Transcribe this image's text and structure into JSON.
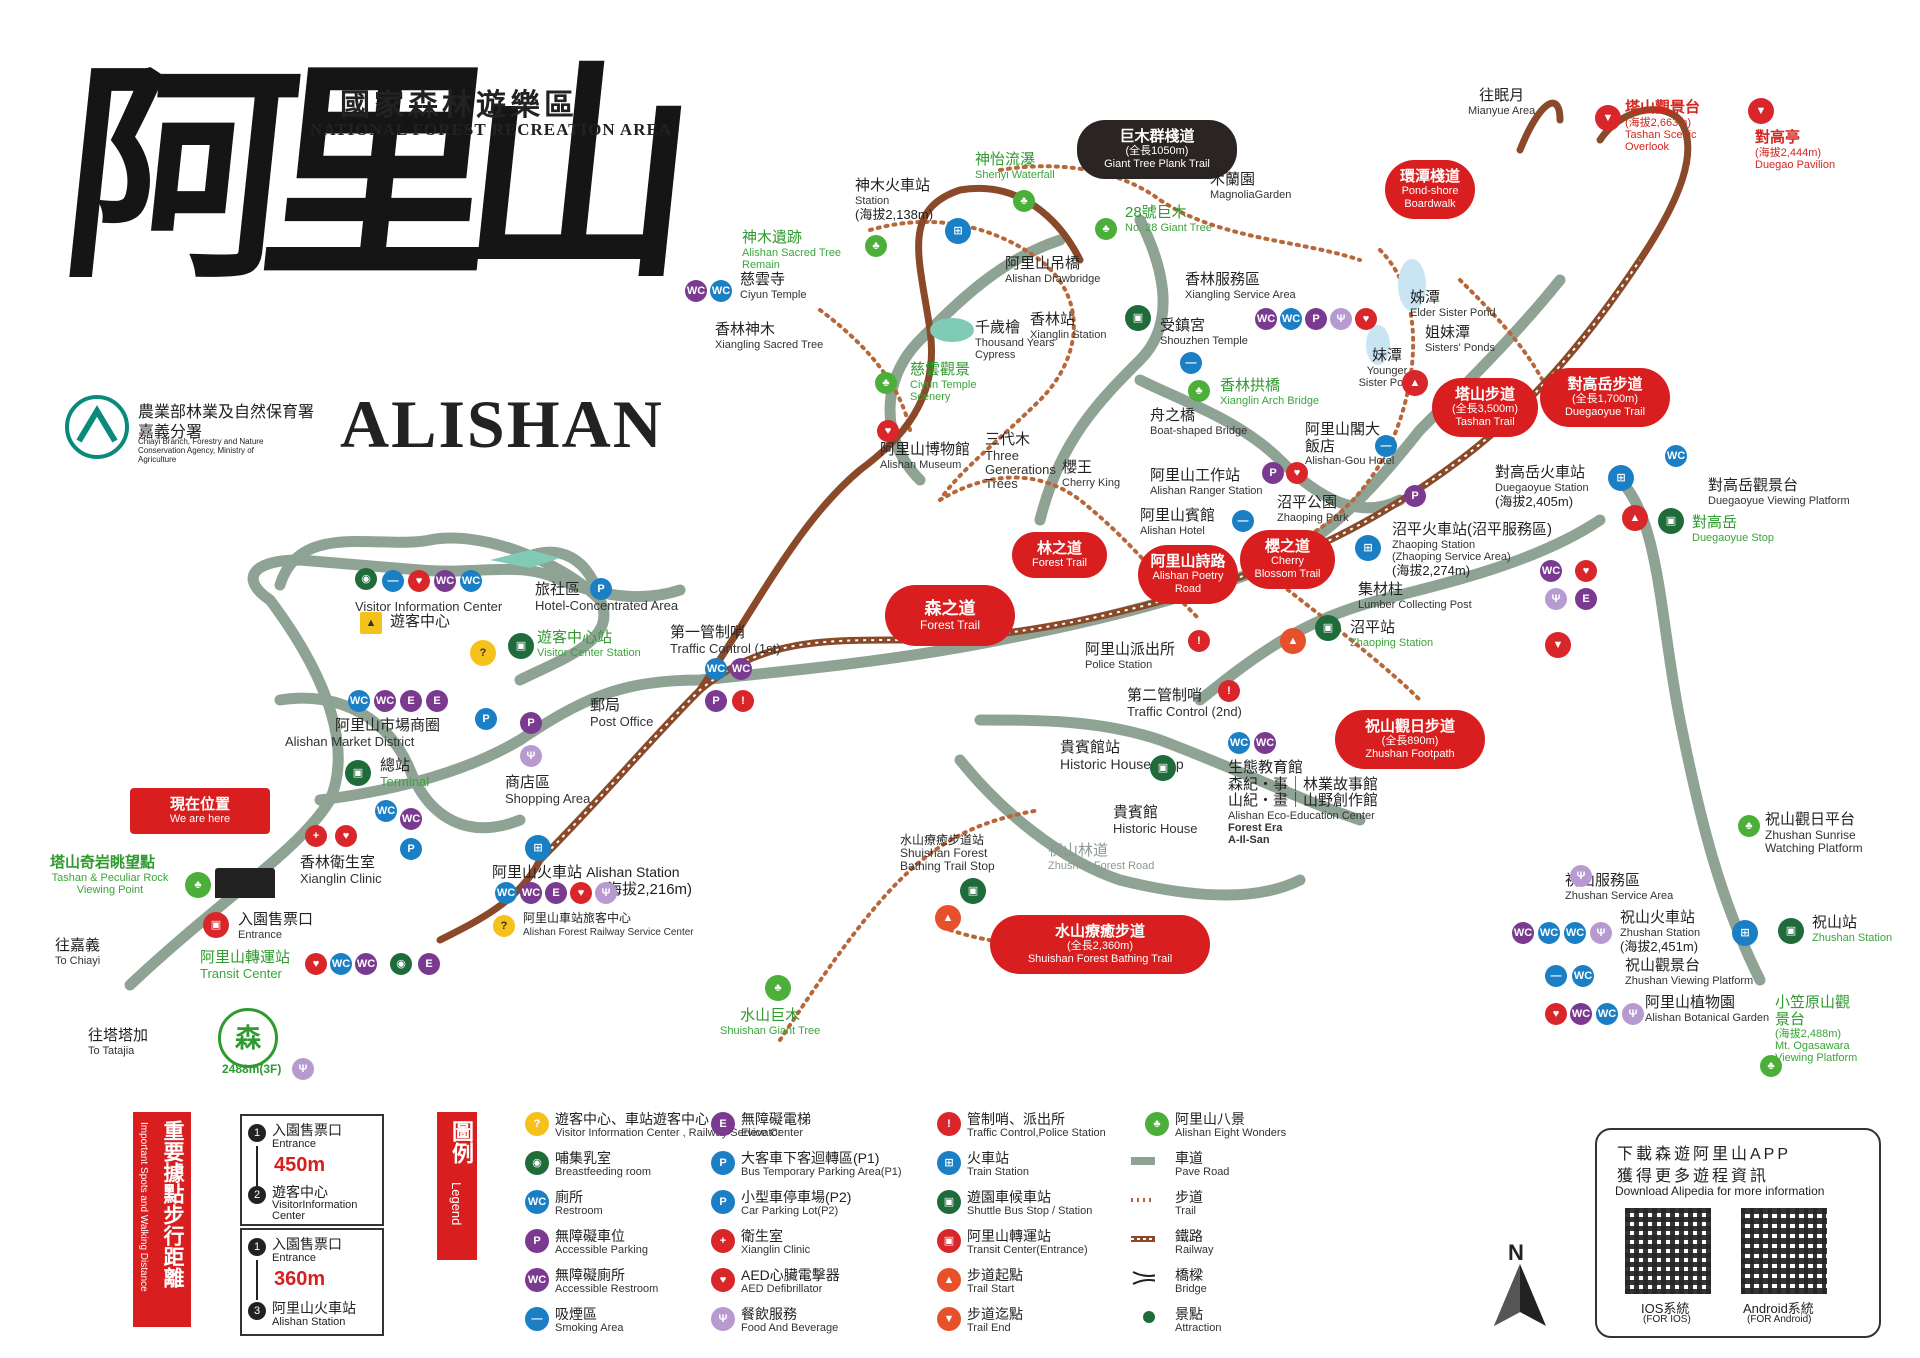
{
  "header": {
    "title_chars": "阿里山",
    "subtitle_zh": "國家森林遊樂區",
    "subtitle_en": "NATIONAL FOREST RECREATION AREA",
    "title_en": "ALISHAN",
    "agency_zh_1": "農業部林業及自然保育署",
    "agency_zh_2": "嘉義分署",
    "agency_en": "Chiayi Branch, Forestry and Nature Conservation Agency, Ministry of Agriculture"
  },
  "colors": {
    "road": "#8fa394",
    "trail": "#b8673a",
    "railway": "#8a4a2a",
    "accent_red": "#d81e1e",
    "green": "#2f9a2f"
  },
  "places": {
    "shenmu_station": {
      "zh": "神木火車站",
      "en": "Station",
      "alt": "(海拔2,138m)"
    },
    "shenyi_waterfall": {
      "zh": "神怡流瀑",
      "en": "Shenyi Waterfall"
    },
    "giant_tree_plank": {
      "zh": "巨木群棧道",
      "alt": "(全長1050m)",
      "en": "Giant Tree Plank Trail"
    },
    "tree28": {
      "zh": "28號巨木",
      "en": "No. 28 Giant Tree"
    },
    "magnolia": {
      "zh": "木蘭園",
      "en": "MagnoliaGarden"
    },
    "sacred_remain": {
      "zh": "神木遺跡",
      "en": "Alishan Sacred Tree Remain"
    },
    "ciyun_temple": {
      "zh": "慈雲寺",
      "en": "Ciyun Temple"
    },
    "drawbridge": {
      "zh": "阿里山吊橋",
      "en": "Alishan Drawbridge"
    },
    "xiangling_service": {
      "zh": "香林服務區",
      "en": "Xiangling Service Area"
    },
    "xianglin_sacred": {
      "zh": "香林神木",
      "en": "Xiangling Sacred Tree"
    },
    "thousand_cypress": {
      "zh": "千歲檜",
      "en": "Thousand Years Cypress"
    },
    "xianglin_station": {
      "zh": "香林站",
      "en": "Xianglin Station"
    },
    "shouzhen": {
      "zh": "受鎮宮",
      "en": "Shouzhen Temple"
    },
    "ciyun_scenery": {
      "zh": "慈雲觀景",
      "en": "Ciyun Temple Scenery"
    },
    "arch_bridge": {
      "zh": "香林拱橋",
      "en": "Xianglin Arch Bridge"
    },
    "boat_bridge": {
      "zh": "舟之橋",
      "en": "Boat-shaped Bridge"
    },
    "museum": {
      "zh": "阿里山博物館",
      "en": "Alishan Museum"
    },
    "three_gen": {
      "zh": "三代木",
      "en": "Three Generations Trees"
    },
    "cherry_king": {
      "zh": "櫻王",
      "en": "Cherry King"
    },
    "ranger": {
      "zh": "阿里山工作站",
      "en": "Alishan Ranger Station"
    },
    "hotel_gou": {
      "zh": "阿里山閣大飯店",
      "en": "Alishan-Gou Hotel"
    },
    "alishan_hotel": {
      "zh": "阿里山賓館",
      "en": "Alishan Hotel"
    },
    "zhaoping_park": {
      "zh": "沼平公園",
      "en": "Zhaoping Park"
    },
    "forest_trail": {
      "zh": "林之道",
      "en": "Forest Trail"
    },
    "poetry_road": {
      "zh": "阿里山詩路",
      "en": "Alishan Poetry Road"
    },
    "cherry_trail": {
      "zh": "櫻之道",
      "en": "Cherry Blossom Trail"
    },
    "zhaoping_station": {
      "zh": "沼平火車站(沼平服務區)",
      "en": "Zhaoping Station (Zhaoping Service Area)",
      "alt": "(海拔2,274m)"
    },
    "lumber_post": {
      "zh": "集材柱",
      "en": "Lumber Collecting Post"
    },
    "zhaoping_stop": {
      "zh": "沼平站",
      "en": "Zhaoping Station"
    },
    "police": {
      "zh": "阿里山派出所",
      "en": "Police Station"
    },
    "traffic2": {
      "zh": "第二管制哨",
      "en": "Traffic Control (2nd)"
    },
    "traffic1": {
      "zh": "第一管制哨",
      "en": "Traffic Control (1st)"
    },
    "forest_trail_big": {
      "zh": "森之道",
      "en": "Forest Trail"
    },
    "mianyue": {
      "zh": "往眠月",
      "en": "Mianyue Area"
    },
    "tashan_overlook": {
      "zh": "塔山觀景台",
      "alt": "(海拔2,663m)",
      "en": "Tashan Scenic Overlook"
    },
    "duigao_pavilion": {
      "zh": "對高亭",
      "alt": "(海拔2,444m)",
      "en": "Duegao Pavilion"
    },
    "pond_boardwalk": {
      "zh": "環潭棧道",
      "en": "Pond-shore Boardwalk"
    },
    "elder_pond": {
      "zh": "姊潭",
      "en": "Elder Sister Pond"
    },
    "sisters_ponds": {
      "zh": "姐妹潭",
      "en": "Sisters' Ponds"
    },
    "younger_pond": {
      "zh": "妹潭",
      "en": "Younger Sister Pond"
    },
    "tashan_trail": {
      "zh": "塔山步道",
      "alt": "(全長3,500m)",
      "en": "Tashan Trail"
    },
    "duigao_trail": {
      "zh": "對高岳步道",
      "alt": "(全長1,700m)",
      "en": "Duegaoyue Trail"
    },
    "duigao_station": {
      "zh": "對高岳火車站",
      "en": "Duegaoyue Station",
      "alt": "(海拔2,405m)"
    },
    "duigao_view": {
      "zh": "對高岳觀景台",
      "en": "Duegaoyue Viewing Platform"
    },
    "duigao_stop": {
      "zh": "對高岳",
      "en": "Duegaoyue Stop"
    },
    "zhushan_footpath": {
      "zh": "祝山觀日步道",
      "alt": "(全長890m)",
      "en": "Zhushan Footpath"
    },
    "eco_center": {
      "zh": "生態教育館",
      "line2": "森紀・事｜林業故事館",
      "line3": "山紀・畫｜山野創作館",
      "en": "Alishan Eco-Education Center",
      "en2": "Forest Era A-Il-San"
    },
    "guest_house": {
      "zh": "貴賓館站",
      "en": "Historic House Stop"
    },
    "historic_house": {
      "zh": "貴賓館",
      "en": "Historic House"
    },
    "zhushan_road": {
      "zh": "祝山林道",
      "en": "Zhushan Forest Road"
    },
    "bathing_stop": {
      "zh": "水山療癒步道站",
      "en": "Shuishan Forest Bathing Trail Stop"
    },
    "bathing_trail": {
      "zh": "水山療癒步道",
      "alt": "(全長2,360m)",
      "en": "Shuishan Forest Bathing Trail"
    },
    "shuishan_tree": {
      "zh": "水山巨木",
      "en": "Shuishan Giant Tree"
    },
    "sunrise_platform": {
      "zh": "祝山觀日平台",
      "en": "Zhushan Sunrise Watching Platform"
    },
    "zhushan_service": {
      "zh": "祝山服務區",
      "en": "Zhushan Service Area"
    },
    "zhushan_station": {
      "zh": "祝山火車站",
      "en": "Zhushan Station",
      "alt": "(海拔2,451m)"
    },
    "zhushan_stop": {
      "zh": "祝山站",
      "en": "Zhushan Station"
    },
    "zhushan_view": {
      "zh": "祝山觀景台",
      "en": "Zhushan Viewing Platform"
    },
    "botanical": {
      "zh": "阿里山植物園",
      "en": "Alishan Botanical Garden"
    },
    "ogasawara": {
      "zh": "小笠原山觀景台",
      "alt": "(海拔2,488m)",
      "en": "Mt. Ogasawara Viewing Platform"
    },
    "visitor_center": {
      "zh": "遊客中心",
      "en": "Visitor Information Center"
    },
    "hotel_area": {
      "zh": "旅社區",
      "en": "Hotel-Concentrated Area"
    },
    "vc_station": {
      "zh": "遊客中心站",
      "en": "Visitor Center Station"
    },
    "market": {
      "zh": "阿里山市場商圈",
      "en": "Alishan Market District"
    },
    "post": {
      "zh": "郵局",
      "en": "Post Office"
    },
    "terminal": {
      "zh": "總站",
      "en": "Terminal"
    },
    "shopping": {
      "zh": "商店區",
      "en": "Shopping Area"
    },
    "clinic": {
      "zh": "香林衛生室",
      "en": "Xianglin Clinic"
    },
    "alishan_station": {
      "zh": "阿里山火車站",
      "en": "Alishan Station",
      "alt": "(海拔2,216m)"
    },
    "rail_service": {
      "zh": "阿里山車站旅客中心",
      "en": "Alishan Forest Railway Service Center"
    },
    "here": {
      "zh": "現在位置",
      "en": "We are here"
    },
    "tashan_rock": {
      "zh": "塔山奇岩眺望點",
      "en": "Tashan & Peculiar Rock Viewing Point"
    },
    "entrance": {
      "zh": "入園售票口",
      "en": "Entrance"
    },
    "transit": {
      "zh": "阿里山轉運站",
      "en": "Transit Center"
    },
    "to_chiayi": {
      "zh": "往嘉義",
      "en": "To Chiayi"
    },
    "to_tatajia": {
      "zh": "往塔塔加",
      "en": "To Tatajia"
    },
    "logo_alt": "2488m(3F)"
  },
  "distance": {
    "title_zh": "重要據點步行距離",
    "title_en": "Important Spots and Walking Distance",
    "a_from": {
      "num": "1",
      "zh": "入園售票口",
      "en": "Entrance"
    },
    "a_dist": "450m",
    "a_to": {
      "num": "2",
      "zh": "遊客中心",
      "en": "VisitorInformation Center"
    },
    "b_from": {
      "num": "1",
      "zh": "入園售票口",
      "en": "Entrance"
    },
    "b_dist": "360m",
    "b_to": {
      "num": "3",
      "zh": "阿里山火車站",
      "en": "Alishan Station"
    }
  },
  "legend": {
    "title_zh": "圖例",
    "title_en": "Legend",
    "items": [
      {
        "zh": "遊客中心、車站遊客中心",
        "en": "Visitor Information Center , Railway Service Center",
        "icon": "?",
        "color": "c-yellow"
      },
      {
        "zh": "哺集乳室",
        "en": "Breastfeeding room",
        "icon": "◉",
        "color": "c-green"
      },
      {
        "zh": "廁所",
        "en": "Restroom",
        "icon": "WC",
        "color": "c-blue"
      },
      {
        "zh": "無障礙車位",
        "en": "Accessible Parking",
        "icon": "P",
        "color": "c-purple"
      },
      {
        "zh": "無障礙廁所",
        "en": "Accessible Restroom",
        "icon": "WC",
        "color": "c-purple"
      },
      {
        "zh": "吸煙區",
        "en": "Smoking Area",
        "icon": "—",
        "color": "c-blue"
      },
      {
        "zh": "無障礙電梯",
        "en": "Elevator",
        "icon": "E",
        "color": "c-purple"
      },
      {
        "zh": "大客車下客迴轉區(P1)",
        "en": "Bus Temporary Parking Area(P1)",
        "icon": "P",
        "color": "c-blue"
      },
      {
        "zh": "小型車停車場(P2)",
        "en": "Car Parking Lot(P2)",
        "icon": "P",
        "color": "c-blue"
      },
      {
        "zh": "衛生室",
        "en": "Xianglin Clinic",
        "icon": "+",
        "color": "c-red"
      },
      {
        "zh": "AED心臟電擊器",
        "en": "AED Defibrillator",
        "icon": "♥",
        "color": "c-red"
      },
      {
        "zh": "餐飲服務",
        "en": "Food And Beverage",
        "icon": "Ψ",
        "color": "c-lilac"
      },
      {
        "zh": "管制哨、派出所",
        "en": "Traffic Control,Police Station",
        "icon": "!",
        "color": "c-red"
      },
      {
        "zh": "火車站",
        "en": "Train Station",
        "icon": "⊞",
        "color": "c-blue"
      },
      {
        "zh": "遊園車候車站",
        "en": "Shuttle Bus Stop / Station",
        "icon": "▣",
        "color": "c-green"
      },
      {
        "zh": "阿里山轉運站",
        "en": "Transit Center(Entrance)",
        "icon": "▣",
        "color": "c-red"
      },
      {
        "zh": "步道起點",
        "en": "Trail Start",
        "icon": "▲",
        "color": "c-orange"
      },
      {
        "zh": "步道迄點",
        "en": "Trail End",
        "icon": "▼",
        "color": "c-orange"
      },
      {
        "zh": "阿里山八景",
        "en": "Alishan Eight Wonders",
        "icon": "♣",
        "color": "c-leaf"
      },
      {
        "zh": "車道",
        "en": "Pave Road",
        "icon": "",
        "color": ""
      },
      {
        "zh": "步道",
        "en": "Trail",
        "icon": "",
        "color": ""
      },
      {
        "zh": "鐵路",
        "en": "Railway",
        "icon": "",
        "color": ""
      },
      {
        "zh": "橋樑",
        "en": "Bridge",
        "icon": "",
        "color": ""
      },
      {
        "zh": "景點",
        "en": "Attraction",
        "icon": "",
        "color": ""
      }
    ]
  },
  "app": {
    "zh1": "下載森遊阿里山APP",
    "zh2": "獲得更多遊程資訊",
    "en": "Download Alipedia for more information",
    "ios_zh": "IOS系統",
    "ios_en": "(FOR IOS)",
    "android_zh": "Android系統",
    "android_en": "(FOR Android)"
  },
  "compass": "N",
  "icon_names": [
    "train-icon",
    "bus-stop-icon",
    "tree-icon",
    "restroom-icon",
    "aed-icon",
    "parking-icon",
    "police-icon",
    "trail-start-icon",
    "trail-end-icon",
    "info-icon"
  ]
}
